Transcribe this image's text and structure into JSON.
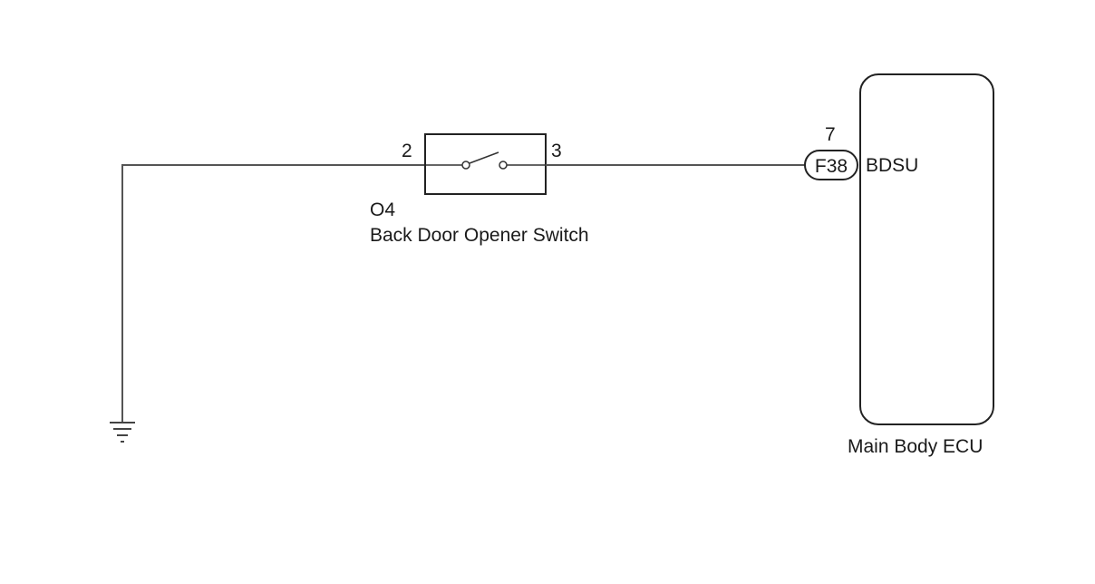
{
  "switch": {
    "code": "O4",
    "name": "Back Door Opener Switch",
    "pin_left": "2",
    "pin_right": "3"
  },
  "connector": {
    "code": "F38",
    "pin": "7"
  },
  "ecu": {
    "name": "Main Body ECU",
    "terminal": "BDSU"
  },
  "symbols": {
    "ground": "ground-icon",
    "switch": "switch-icon"
  }
}
